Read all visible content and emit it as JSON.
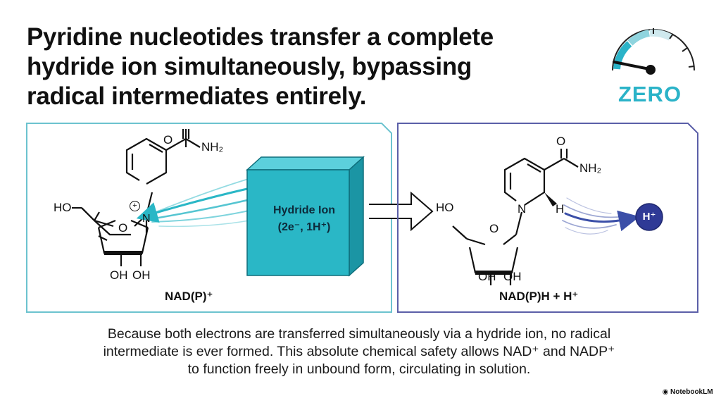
{
  "title_lines": [
    "Pyridine nucleotides transfer a complete",
    "hydride ion simultaneously, bypassing",
    "radical intermediates entirely."
  ],
  "gauge": {
    "label": "ZERO",
    "accent": "#2bb3c8"
  },
  "left_panel": {
    "atom_O": "O",
    "atom_NH2": "NH₂",
    "atom_N": "N",
    "charge": "+",
    "atom_HO": "HO",
    "ring_O": "O",
    "oh_left": "OH",
    "oh_right": "OH",
    "label": "NAD(P)⁺",
    "border_color": "#6cc3cf"
  },
  "hydride": {
    "line1": "Hydride Ion",
    "line2": "(2e⁻, 1H⁺)",
    "color": "#2ab7c6"
  },
  "right_panel": {
    "atom_O": "O",
    "atom_NH2": "NH₂",
    "atom_N": "N",
    "atom_H": "H",
    "atom_HO": "HO",
    "ring_O": "O",
    "oh_left": "OH",
    "oh_right": "OH",
    "label": "NAD(P)H + H⁺",
    "proton": "H⁺",
    "border_color": "#5b5fa8"
  },
  "caption_lines": [
    "Because both electrons are transferred simultaneously via a hydride ion, no radical",
    "intermediate is ever formed. This absolute chemical safety allows NAD⁺ and NADP⁺",
    "to function freely in unbound form, circulating in solution."
  ],
  "brand": "NotebookLM"
}
